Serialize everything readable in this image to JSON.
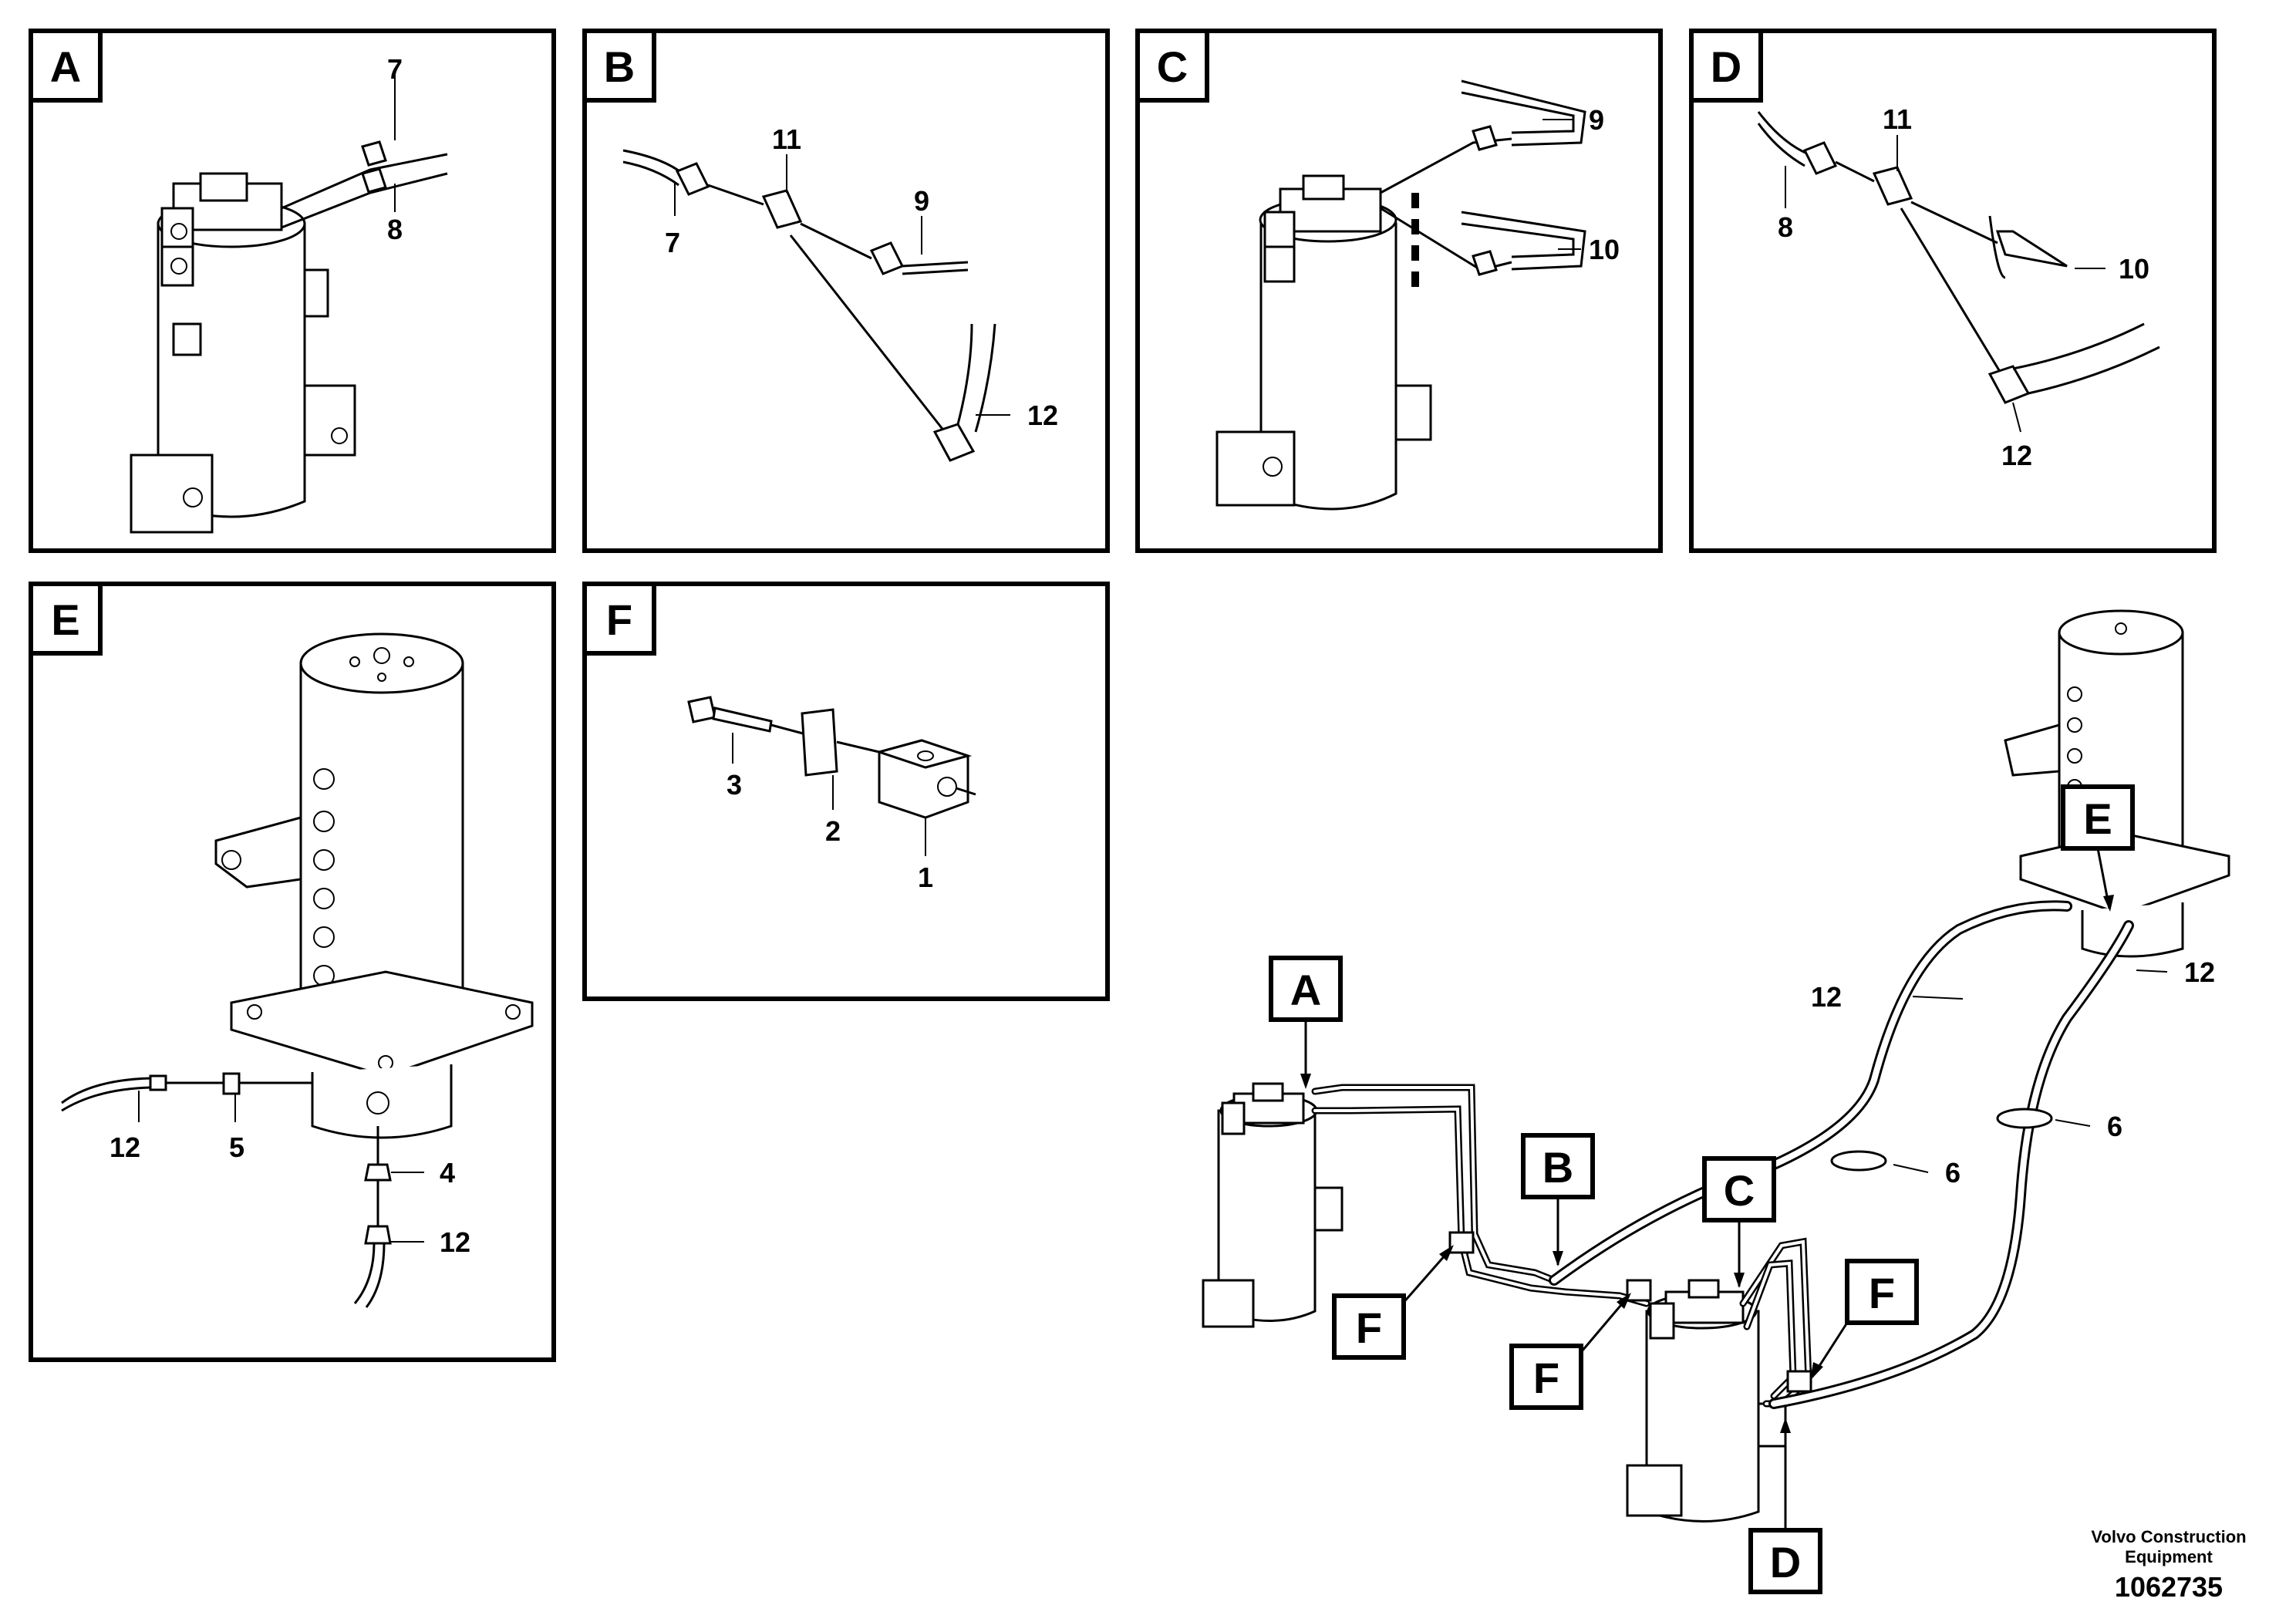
{
  "panels": [
    {
      "tag": "A",
      "labels": [
        "7",
        "8"
      ]
    },
    {
      "tag": "B",
      "labels": [
        "11",
        "9",
        "7",
        "12"
      ]
    },
    {
      "tag": "C",
      "labels": [
        "9",
        "10"
      ]
    },
    {
      "tag": "D",
      "labels": [
        "11",
        "8",
        "10",
        "12"
      ]
    },
    {
      "tag": "E",
      "labels": [
        "12",
        "5",
        "4",
        "12"
      ]
    },
    {
      "tag": "F",
      "labels": [
        "3",
        "2",
        "1"
      ]
    }
  ],
  "overview": {
    "tags": [
      "A",
      "B",
      "C",
      "D",
      "E",
      "F",
      "F",
      "F"
    ],
    "labels": [
      "12",
      "12",
      "6",
      "6"
    ]
  },
  "credit": {
    "line1": "Volvo Construction",
    "line2": "Equipment",
    "number": "1062735"
  }
}
